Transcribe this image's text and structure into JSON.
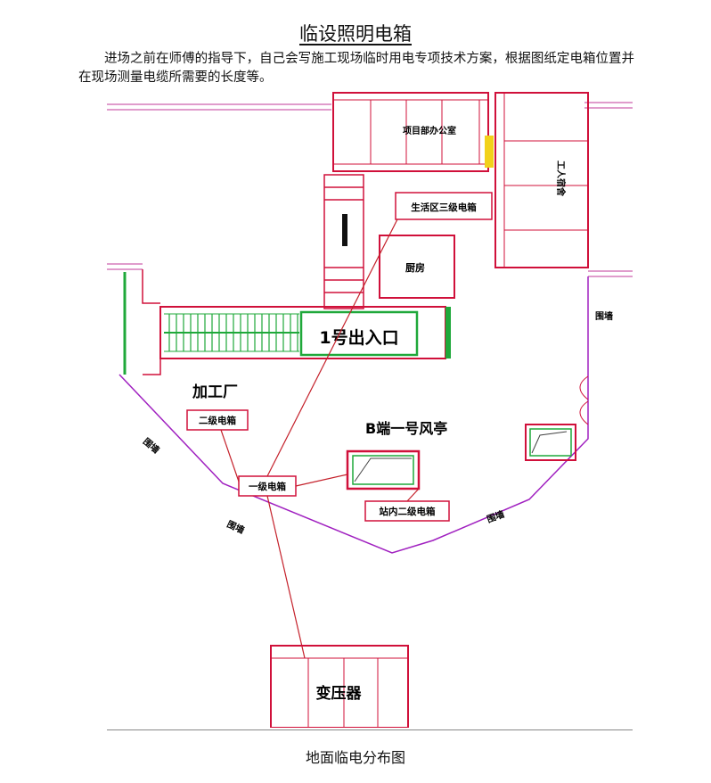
{
  "page": {
    "title": "临设照明电箱",
    "paragraph": "进场之前在师傅的指导下，自己会写施工现场临时用电专项技术方案，根据图纸定电箱位置并在现场测量电缆所需要的长度等。",
    "caption": "地面临电分布图"
  },
  "drawing": {
    "labels": {
      "project_office": "项目部办公室",
      "worker_dorm": "工人宿舍",
      "living_box": "生活区三级电箱",
      "kitchen": "厨房",
      "exit1": "1号出入口",
      "processing": "加工厂",
      "secondary_box": "二级电箱",
      "primary_box": "一级电箱",
      "fan_pavilion": "B端一号风亭",
      "station_box": "站内二级电箱",
      "fence_left": "围墙",
      "fence_mid": "围墙",
      "fence_right": "围墙",
      "fence_east": "围墙",
      "transformer": "变压器"
    },
    "colors": {
      "wall": "#d0103a",
      "fence": "#a020c0",
      "green": "#1fa83a",
      "cable": "#c4202a"
    }
  }
}
